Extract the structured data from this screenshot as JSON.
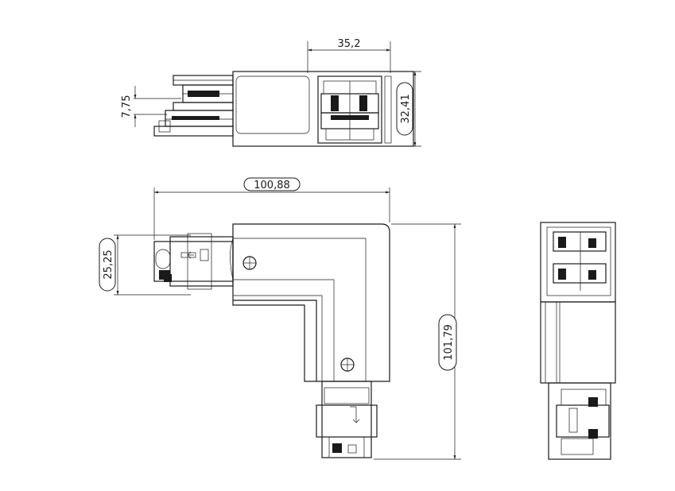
{
  "dimensions": {
    "top_width": "35,2",
    "top_height": "32,41",
    "top_offset": "7,75",
    "plan_width": "100,88",
    "plan_depth": "25,25",
    "plan_height": "101,79"
  },
  "colors": {
    "ink": "#1a1a1a",
    "paper": "#ffffff"
  }
}
